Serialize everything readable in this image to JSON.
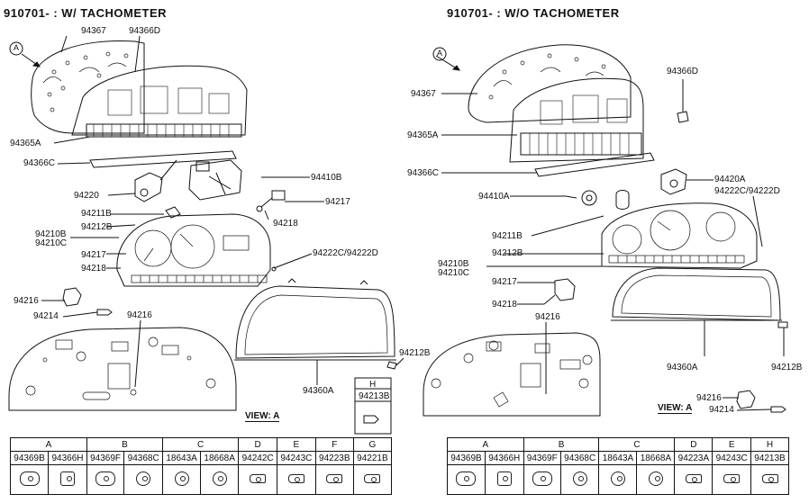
{
  "left": {
    "header": "910701- : W/ TACHOMETER",
    "labels": {
      "l94367": "94367",
      "l94366D": "94366D",
      "l94365A": "94365A",
      "l94366C": "94366C",
      "l94410B": "94410B",
      "l94220": "94220",
      "l94217a": "94217",
      "l94218a": "94218",
      "l94211B": "94211B",
      "l94212B": "94212B",
      "l94210B": "94210B",
      "l94210C": "94210C",
      "l94217b": "94217",
      "l94218b": "94218",
      "l94222": "94222C/94222D",
      "l94216a": "94216",
      "l94214": "94214",
      "l94216b": "94216",
      "l94212B2": "94212B",
      "l94360A": "94360A",
      "viewA": "VIEW: A",
      "circleA": "A"
    },
    "table_h": {
      "letter": "H",
      "code": "94213B"
    },
    "table": {
      "groups": [
        "A",
        "B",
        "C",
        "D",
        "E",
        "F",
        "G"
      ],
      "group_spans": [
        2,
        2,
        2,
        1,
        1,
        1,
        1
      ],
      "codes": [
        "94369B",
        "94366H",
        "94369F",
        "94368C",
        "18643A",
        "18668A",
        "94242C",
        "94243C",
        "94223B",
        "94221B"
      ]
    }
  },
  "right": {
    "header": "910701- : W/O TACHOMETER",
    "labels": {
      "l94366D": "94366D",
      "l94367": "94367",
      "l94365A": "94365A",
      "l94366C": "94366C",
      "l94420A": "94420A",
      "l94222": "94222C/94222D",
      "l94410A": "94410A",
      "l94211B": "94211B",
      "l94212B": "94212B",
      "l94210B": "94210B",
      "l94210C": "94210C",
      "l94217": "94217",
      "l94218": "94218",
      "l94216a": "94216",
      "l94360A": "94360A",
      "l94212B2": "94212B",
      "l94216b": "94216",
      "l94214": "94214",
      "viewA": "VIEW: A",
      "circleA": "A"
    },
    "table": {
      "groups": [
        "A",
        "B",
        "C",
        "D",
        "E",
        "H"
      ],
      "group_spans": [
        2,
        2,
        2,
        1,
        1,
        1
      ],
      "codes": [
        "94369B",
        "94366H",
        "94369F",
        "94368C",
        "18643A",
        "18668A",
        "94223A",
        "94243C",
        "94213B"
      ]
    }
  }
}
